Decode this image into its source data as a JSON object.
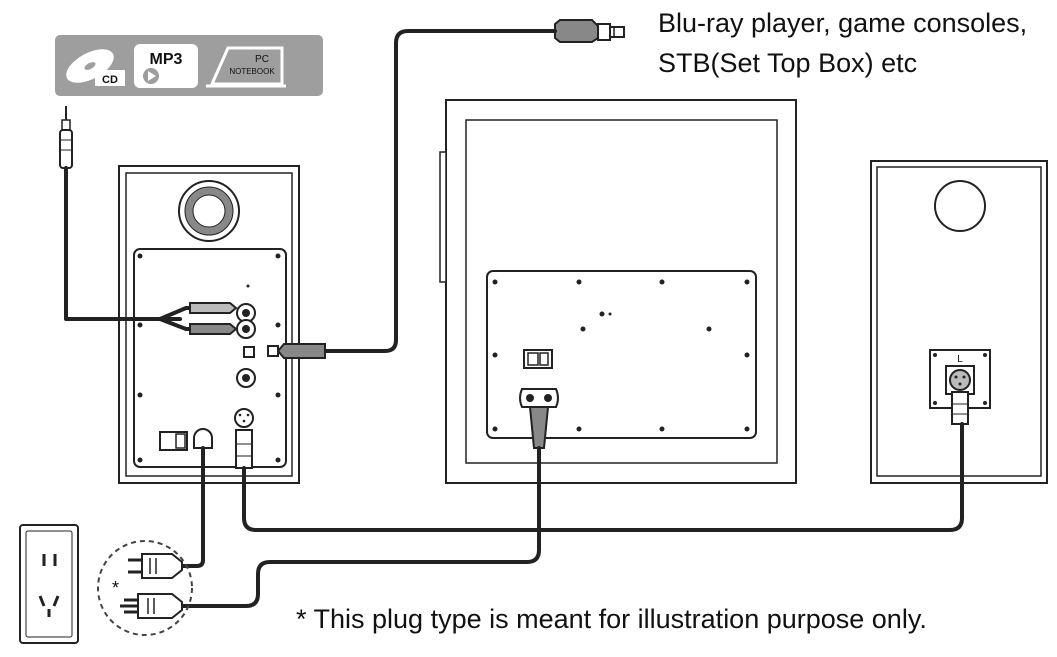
{
  "source_label": {
    "icons": [
      "cd-icon",
      "mp3-icon",
      "pc-notebook-icon"
    ],
    "cd_text": "CD",
    "mp3_text": "MP3",
    "pc_text": "PC",
    "notebook_text": "NOTEBOOK"
  },
  "optical_source": {
    "line1": "Blu-ray player, game consoles,",
    "line2": "STB(Set Top Box) etc"
  },
  "passive_speaker": {
    "channel_label": "L"
  },
  "wall_outlet": {
    "asterisk": "*"
  },
  "footnote": "* This plug type is meant for illustration purpose only.",
  "colors": {
    "line": "#222222",
    "panel_gray": "#9e9e9e",
    "cable": "#222222"
  }
}
